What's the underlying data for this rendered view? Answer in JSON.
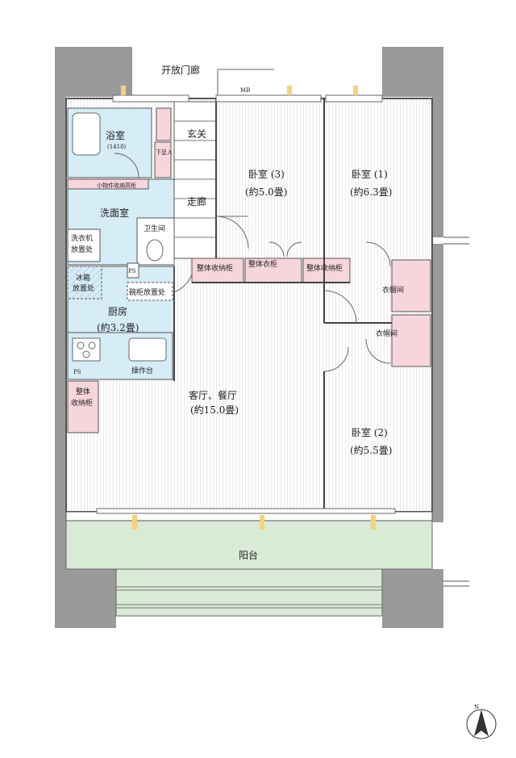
{
  "rooms": {
    "corridor_open": "开放门廊",
    "mb": "MB",
    "bath": "浴室",
    "bath_size": "(1418)",
    "shoe_cab": "下足入",
    "entry": "玄关",
    "hallway": "走廊",
    "small_storage": "小物件收纳高柜",
    "washroom": "洗面室",
    "washer_1": "洗衣机",
    "washer_2": "放置处",
    "toilet": "卫生间",
    "ps1": "PS",
    "fridge_1": "冰箱",
    "fridge_2": "放置处",
    "dish_cab": "碗柜放置处",
    "kitchen": "厨房",
    "kitchen_size": "(約3.2畳)",
    "counter": "操作台",
    "ps2": "PS",
    "storage_left_1": "整体",
    "storage_left_2": "收纳柜",
    "living": "客厅、餐厅",
    "living_size": "(約15.0畳)",
    "bed3": "卧室 (3)",
    "bed3_size": "(約5.0畳)",
    "bed1": "卧室 (1)",
    "bed1_size": "(約6.3畳)",
    "bed2": "卧室 (2)",
    "bed2_size": "(約5.5畳)",
    "storage_a": "整体收纳柜",
    "wardrobe_mid": "整体衣柜",
    "storage_b": "整体收纳柜",
    "closet1": "衣帽间",
    "closet2": "衣帽间",
    "balcony": "阳台",
    "north": "N"
  }
}
